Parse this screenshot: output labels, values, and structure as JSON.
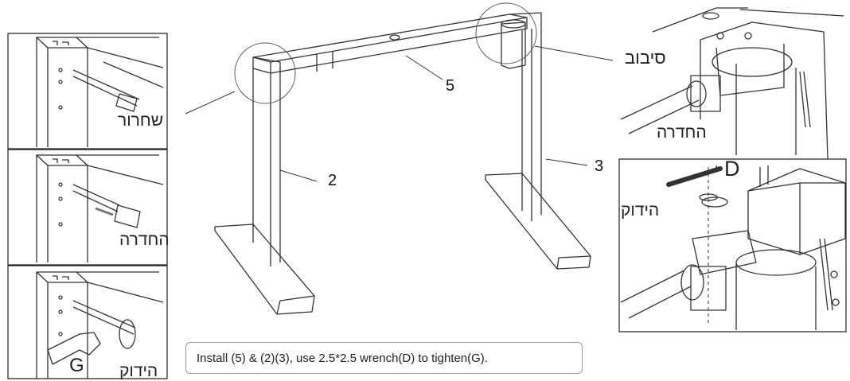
{
  "panels": {
    "left": [
      {
        "label": "שחרור"
      },
      {
        "label": "החדרה"
      },
      {
        "label": "הידוק",
        "tool_letter": "G"
      }
    ],
    "right_top": {
      "label_top": "סיבוב",
      "label_bottom": "החדרה"
    },
    "right_bottom": {
      "label": "הידוק",
      "tool_letter": "D"
    }
  },
  "frame": {
    "part_labels": [
      "5",
      "2",
      "3"
    ]
  },
  "caption": {
    "text": "Install (5) & (2)(3), use 2.5*2.5 wrench(D) to tighten(G)."
  },
  "colors": {
    "line": "#333333",
    "panel_border": "#222222",
    "caption_border": "#999999"
  }
}
